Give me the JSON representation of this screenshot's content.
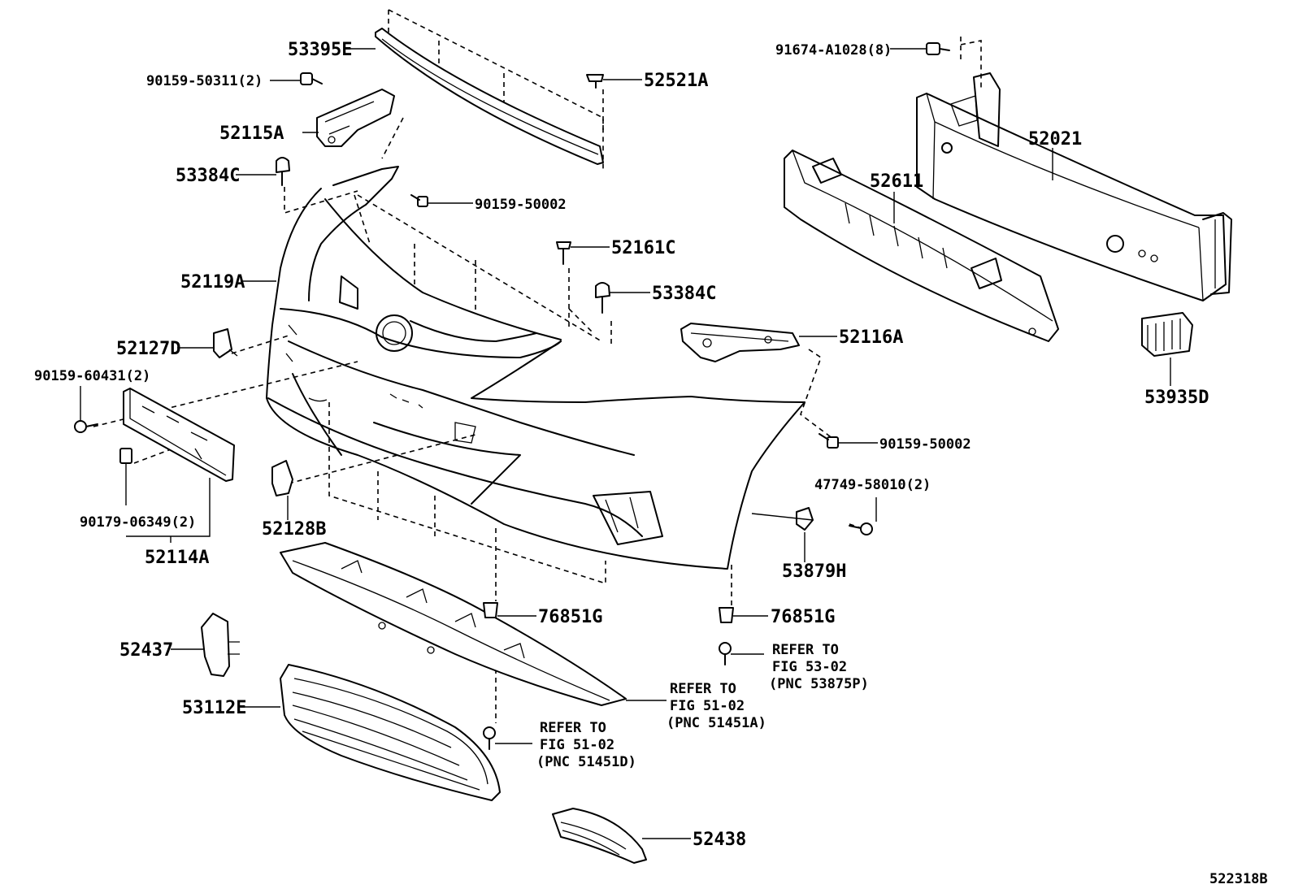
{
  "callouts": {
    "c53395E": "53395E",
    "c90159_50311": "90159-50311(2)",
    "c52521A": "52521A",
    "c52115A": "52115A",
    "c53384C_a": "53384C",
    "c90159_50002_a": "90159-50002",
    "c52161C": "52161C",
    "c53384C_b": "53384C",
    "c52119A": "52119A",
    "c52127D": "52127D",
    "c90159_60431": "90159-60431(2)",
    "c52116A": "52116A",
    "c90159_50002_b": "90159-50002",
    "c47749_58010": "47749-58010(2)",
    "c53879H": "53879H",
    "c90179_06349": "90179-06349(2)",
    "c52114A": "52114A",
    "c52128B": "52128B",
    "c76851G_a": "76851G",
    "c76851G_b": "76851G",
    "c52437": "52437",
    "c53112E": "53112E",
    "c52438": "52438",
    "c91674_A1028": "91674-A1028(8)",
    "c52021": "52021",
    "c52611": "52611",
    "c53935D": "53935D"
  },
  "refer_notes": {
    "ref_53875P": [
      "REFER TO",
      "FIG 53-02",
      "(PNC 53875P)"
    ],
    "ref_51451A": [
      "REFER TO",
      "FIG 51-02",
      "(PNC 51451A)"
    ],
    "ref_51451D": [
      "REFER TO",
      "FIG 51-02",
      "(PNC 51451D)"
    ]
  },
  "figure_id": "522318B"
}
